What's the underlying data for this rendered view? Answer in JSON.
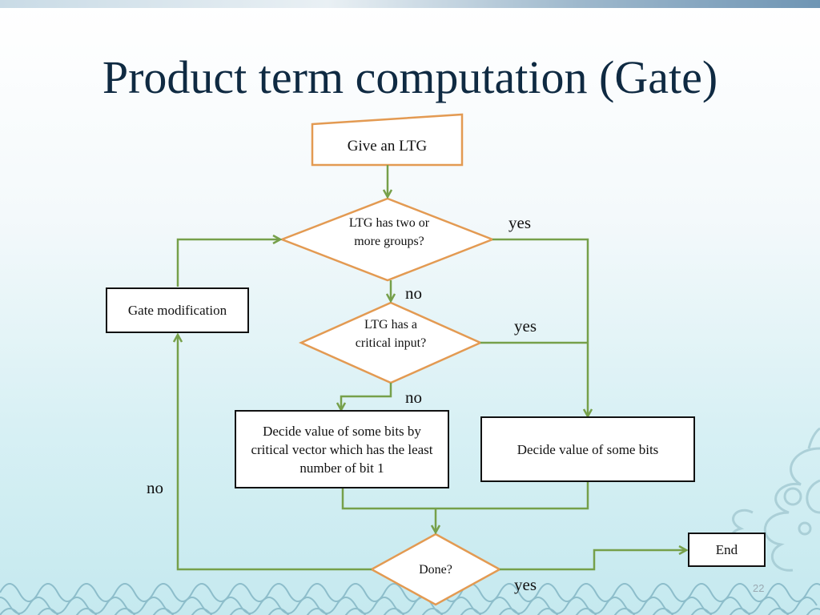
{
  "slide": {
    "title": "Product term computation (Gate)",
    "page_number": "22"
  },
  "flowchart": {
    "nodes": {
      "start": "Give an LTG",
      "decision_groups": "LTG has two or more groups?",
      "decision_critical": "LTG has a critical input?",
      "gate_modification": "Gate modification",
      "decide_by_vector": "Decide value of some bits by critical vector which has the least number of bit 1",
      "decide_bits": "Decide value of some bits",
      "decision_done": "Done?",
      "end": "End"
    },
    "edge_labels": {
      "groups_yes": "yes",
      "groups_no": "no",
      "critical_yes": "yes",
      "critical_no": "no",
      "done_no": "no",
      "done_yes": "yes"
    }
  },
  "colors": {
    "arrow": "#76a04a",
    "decision_border": "#e39a52",
    "process_border": "#111111",
    "title": "#0f2a42"
  }
}
